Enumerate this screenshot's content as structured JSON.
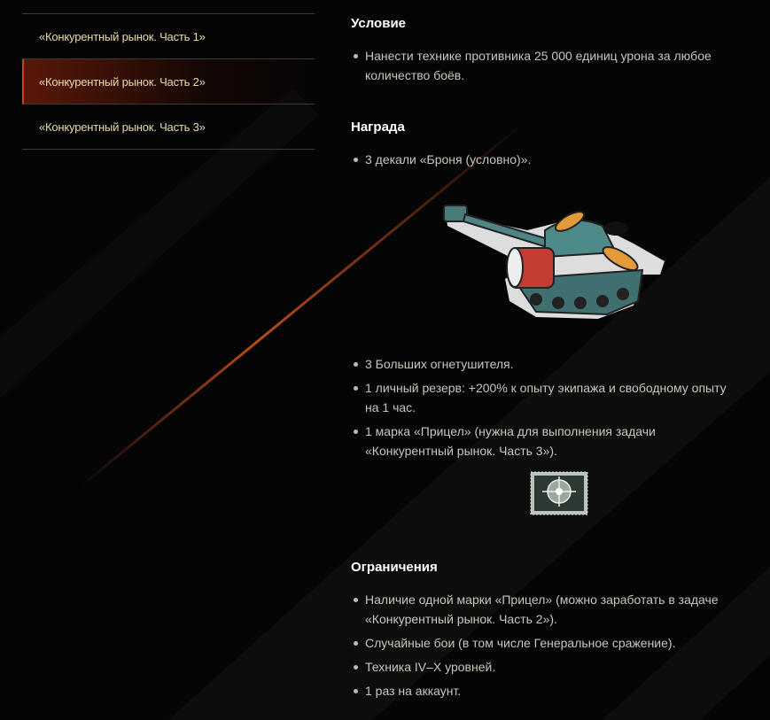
{
  "sidebar": {
    "items": [
      {
        "label": "«Конкурентный рынок. Часть 1»",
        "active": false
      },
      {
        "label": "«Конкурентный рынок. Часть 2»",
        "active": true
      },
      {
        "label": "«Конкурентный рынок. Часть 3»",
        "active": false
      }
    ]
  },
  "condition": {
    "title": "Условие",
    "items": [
      "Нанести технике противника 25 000 единиц урона за любое количество боёв."
    ]
  },
  "reward": {
    "title": "Награда",
    "items": [
      "3 декали «Броня (условно)».",
      "3 Больших огнетушителя.",
      "1 личный резерв: +200% к опыту экипажа и свободному опыту на 1 час.",
      "1 марка «Прицел» (нужна для выполнения задачи «Конкурентный рынок. Часть 3»)."
    ]
  },
  "restrictions": {
    "title": "Ограничения",
    "items": [
      "Наличие одной марки «Прицел» (можно заработать в задаче «Конкурентный рынок. Часть 2»).",
      "Случайные бои (в том числе Генеральное сражение).",
      "Техника IV–X уровней.",
      "1 раз на аккаунт."
    ]
  },
  "colors": {
    "accent": "#c4452a",
    "sidebar_text": "#e8dca8"
  }
}
